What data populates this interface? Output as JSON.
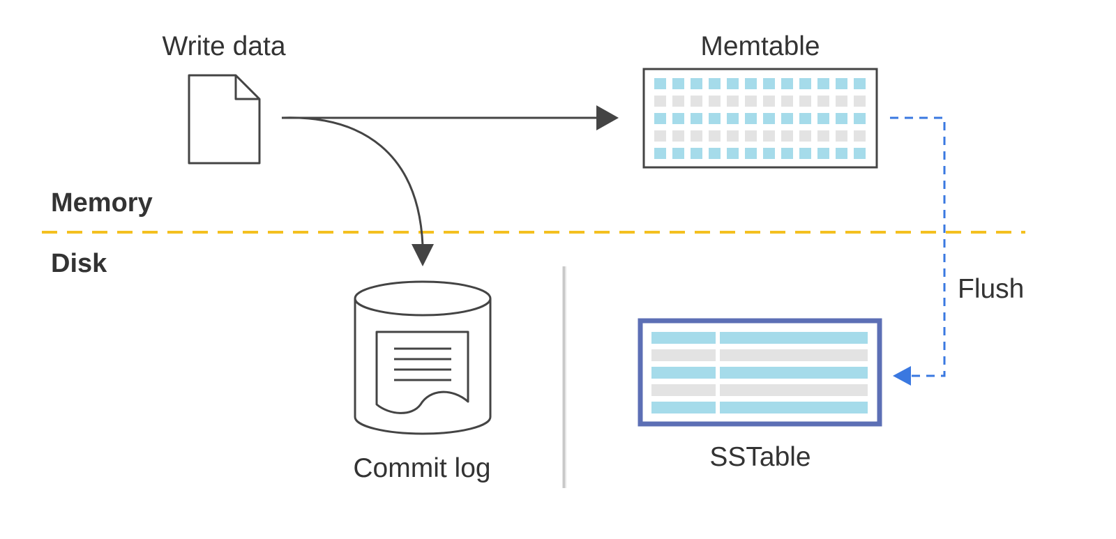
{
  "labels": {
    "write_data": "Write data",
    "memtable": "Memtable",
    "memory": "Memory",
    "disk": "Disk",
    "flush": "Flush",
    "commit_log": "Commit log",
    "sstable": "SSTable"
  },
  "colors": {
    "stroke": "#444444",
    "text": "#333333",
    "cell_blue": "#a5dbea",
    "cell_gray": "#e3e3e3",
    "boundary": "#f4c020",
    "flush_arrow": "#3a78e0",
    "sstable_border": "#5c6fb5",
    "divider": "#c8c8c8"
  },
  "icons": {
    "write_data": "document-icon",
    "commit_log": "database-log-icon",
    "memtable": "memtable-grid-icon",
    "sstable": "sstable-table-icon"
  }
}
